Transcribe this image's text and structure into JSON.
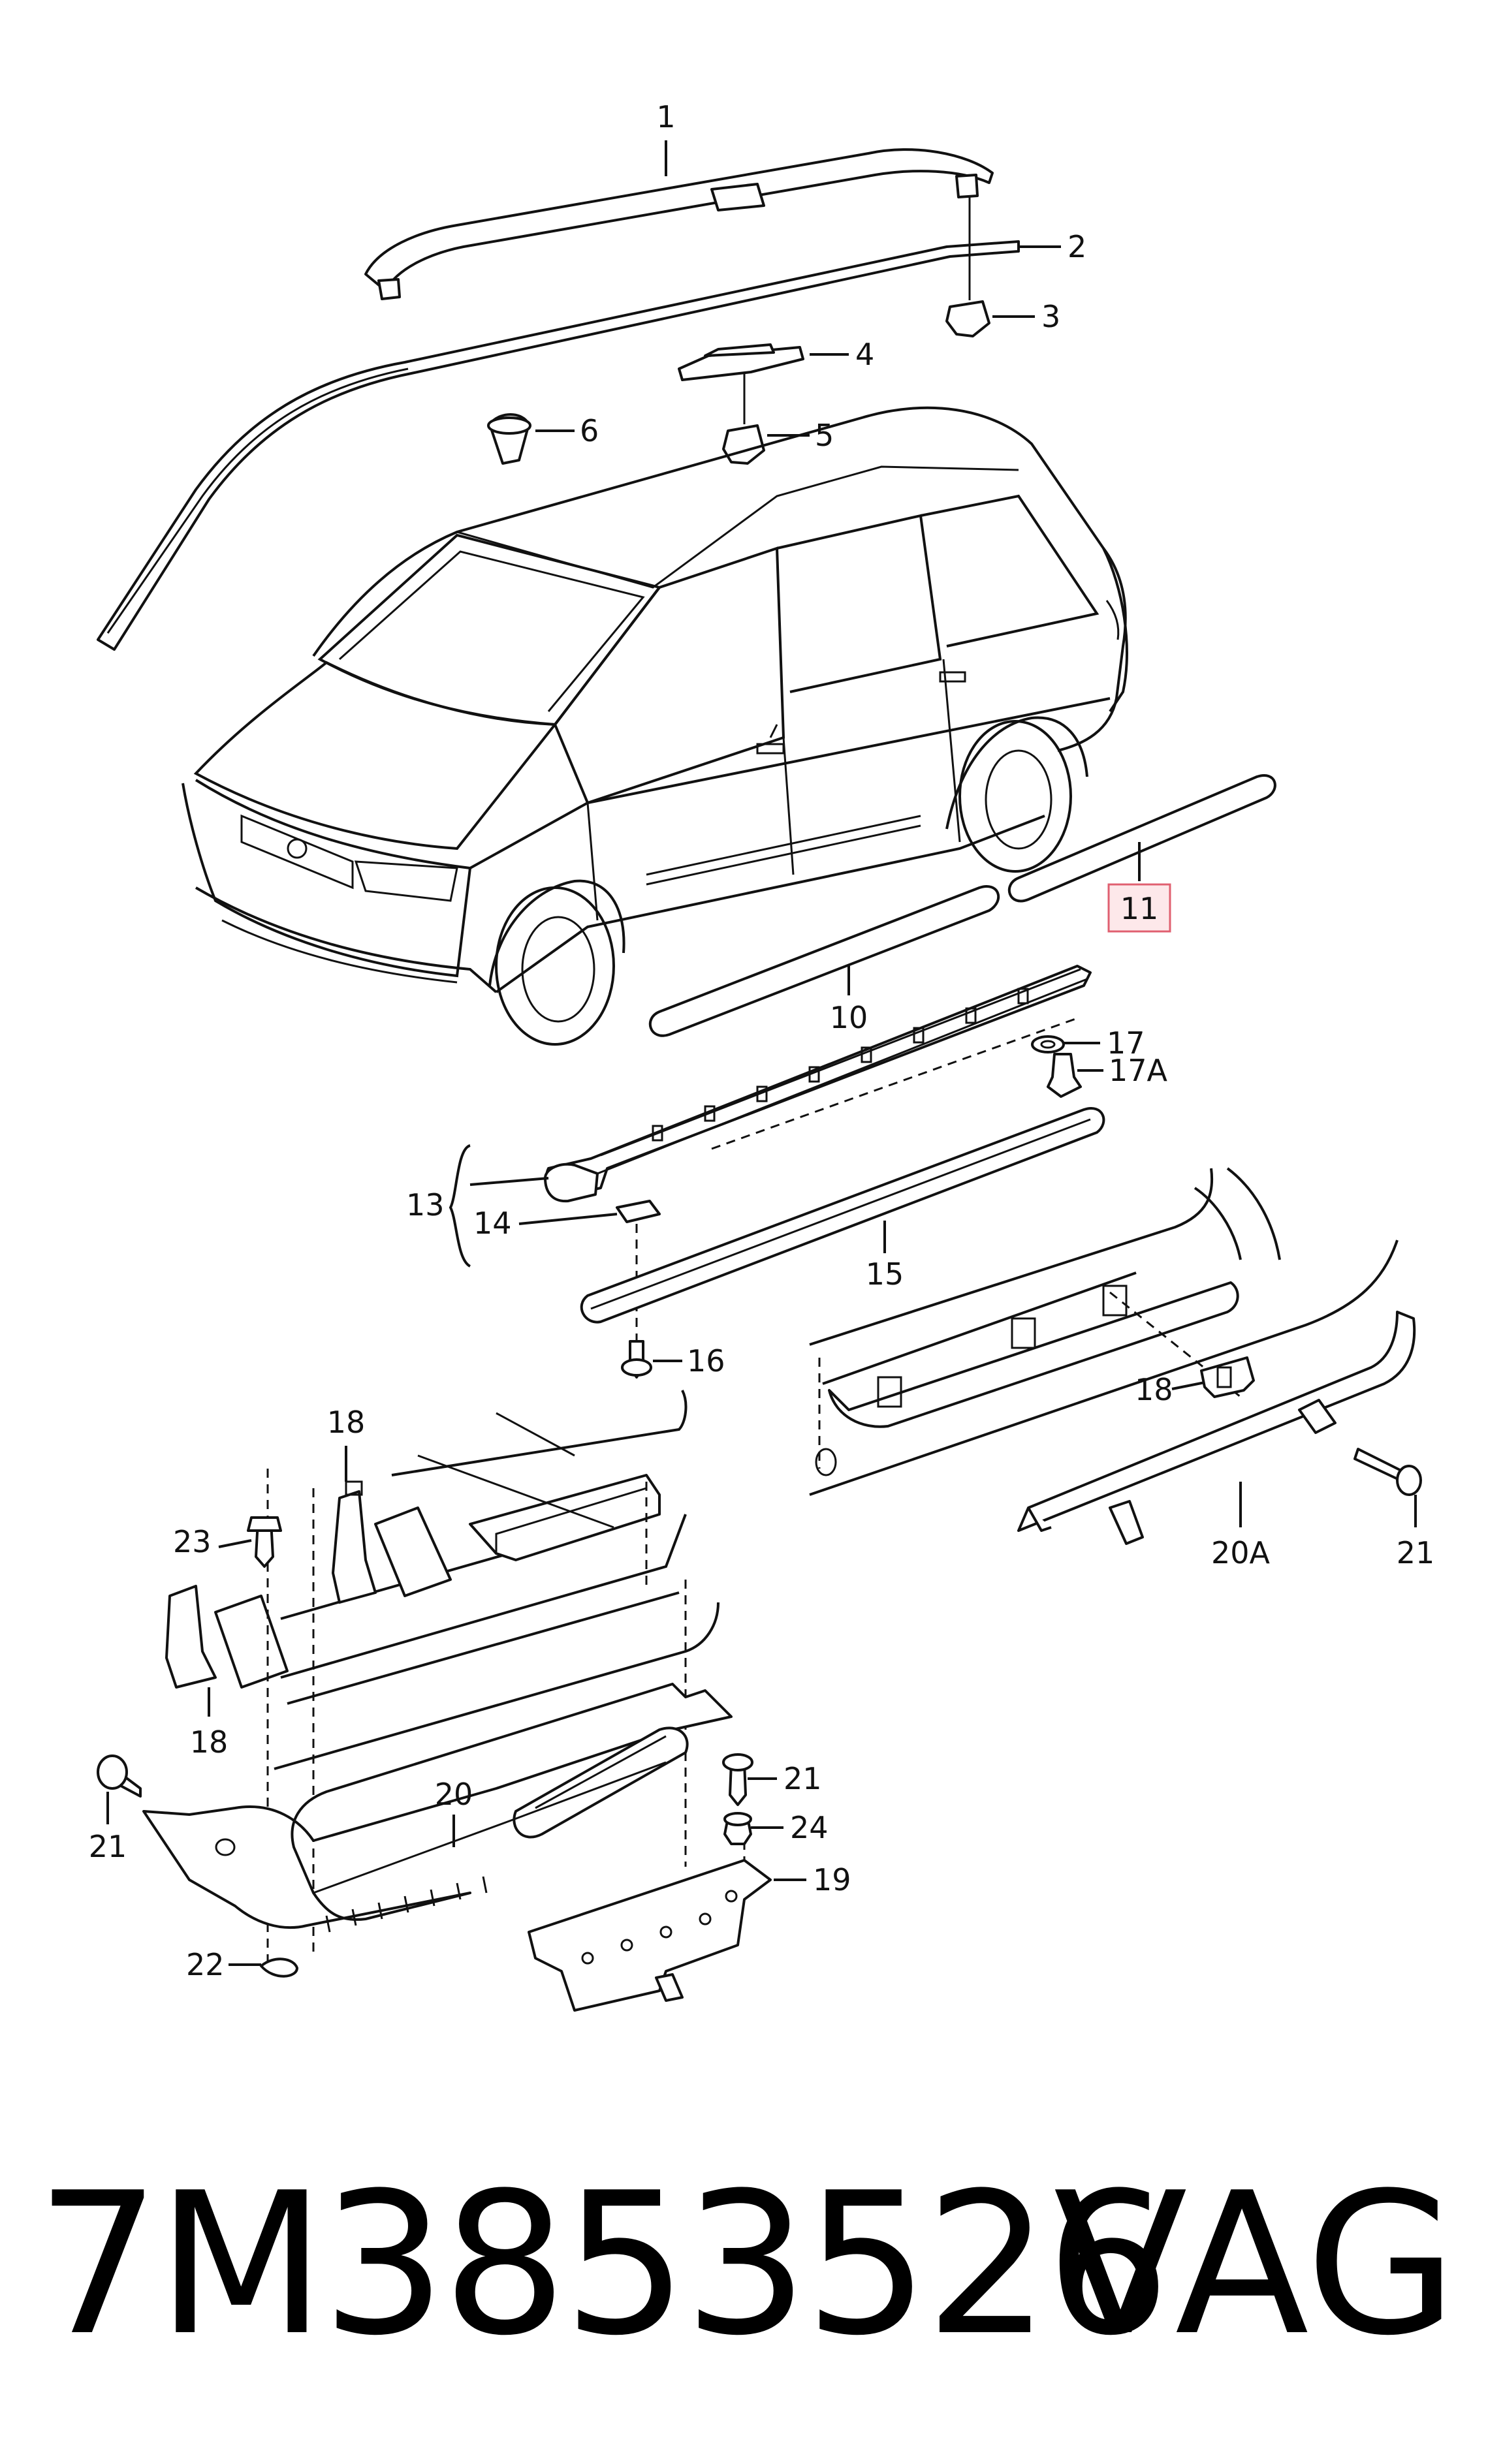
{
  "callouts": [
    {
      "id": "c1",
      "label": "1"
    },
    {
      "id": "c2",
      "label": "2"
    },
    {
      "id": "c3",
      "label": "3"
    },
    {
      "id": "c4",
      "label": "4"
    },
    {
      "id": "c5",
      "label": "5"
    },
    {
      "id": "c6",
      "label": "6"
    },
    {
      "id": "c10",
      "label": "10"
    },
    {
      "id": "c11",
      "label": "11",
      "highlighted": true
    },
    {
      "id": "c13",
      "label": "13"
    },
    {
      "id": "c14",
      "label": "14"
    },
    {
      "id": "c15",
      "label": "15"
    },
    {
      "id": "c16",
      "label": "16"
    },
    {
      "id": "c17",
      "label": "17"
    },
    {
      "id": "c17a",
      "label": "17A"
    },
    {
      "id": "c18a",
      "label": "18"
    },
    {
      "id": "c18b",
      "label": "18"
    },
    {
      "id": "c18c",
      "label": "18"
    },
    {
      "id": "c19",
      "label": "19"
    },
    {
      "id": "c20",
      "label": "20"
    },
    {
      "id": "c20a",
      "label": "20A"
    },
    {
      "id": "c21a",
      "label": "21"
    },
    {
      "id": "c21b",
      "label": "21"
    },
    {
      "id": "c21c",
      "label": "21"
    },
    {
      "id": "c22",
      "label": "22"
    },
    {
      "id": "c23",
      "label": "23"
    },
    {
      "id": "c24",
      "label": "24"
    }
  ],
  "footer": {
    "part_number": "7M3853526",
    "brand": "VAG"
  },
  "colors": {
    "line": "#111111",
    "highlight_fill": "#fde8ea",
    "highlight_border": "#e06070"
  }
}
